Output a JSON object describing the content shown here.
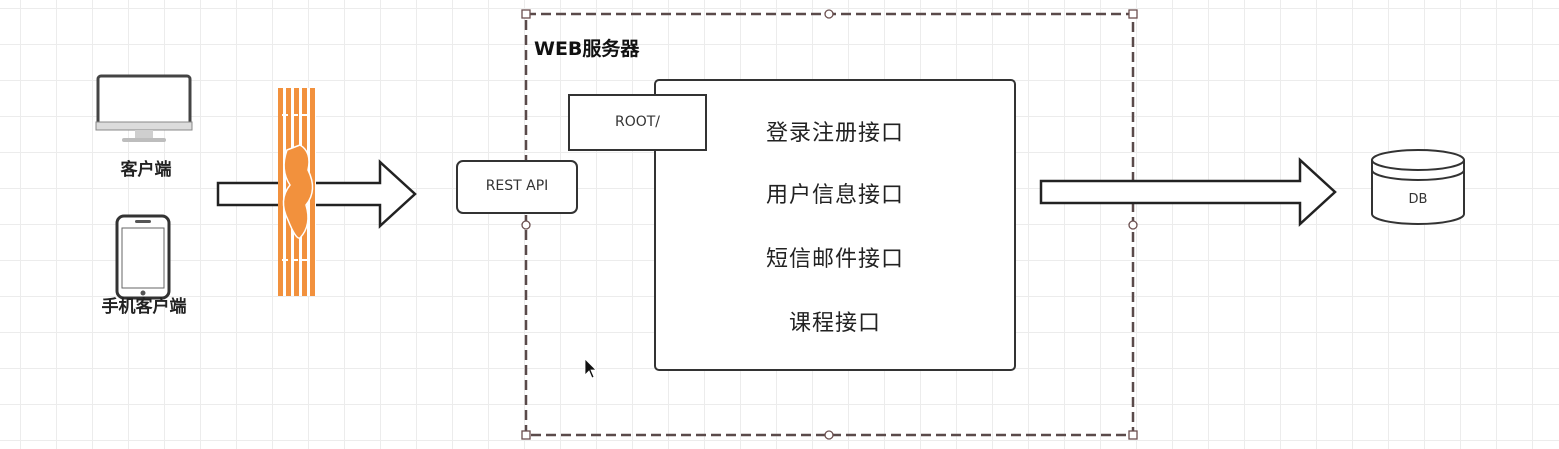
{
  "clients": {
    "desktop_label": "客户端",
    "mobile_label": "手机客户端"
  },
  "web_server": {
    "title": "WEB服务器",
    "rest_api_label": "REST API",
    "root_label": "ROOT/",
    "interfaces": [
      "登录注册接口",
      "用户信息接口",
      "短信邮件接口",
      "课程接口"
    ]
  },
  "database": {
    "label": "DB"
  },
  "colors": {
    "firewall": "#f2913d",
    "stroke": "#333333",
    "dashed_border": "#5a4a4a",
    "grid": "#ececec"
  },
  "icons": [
    "desktop-monitor-icon",
    "mobile-phone-icon",
    "firewall-icon",
    "database-icon",
    "mouse-cursor-icon"
  ]
}
